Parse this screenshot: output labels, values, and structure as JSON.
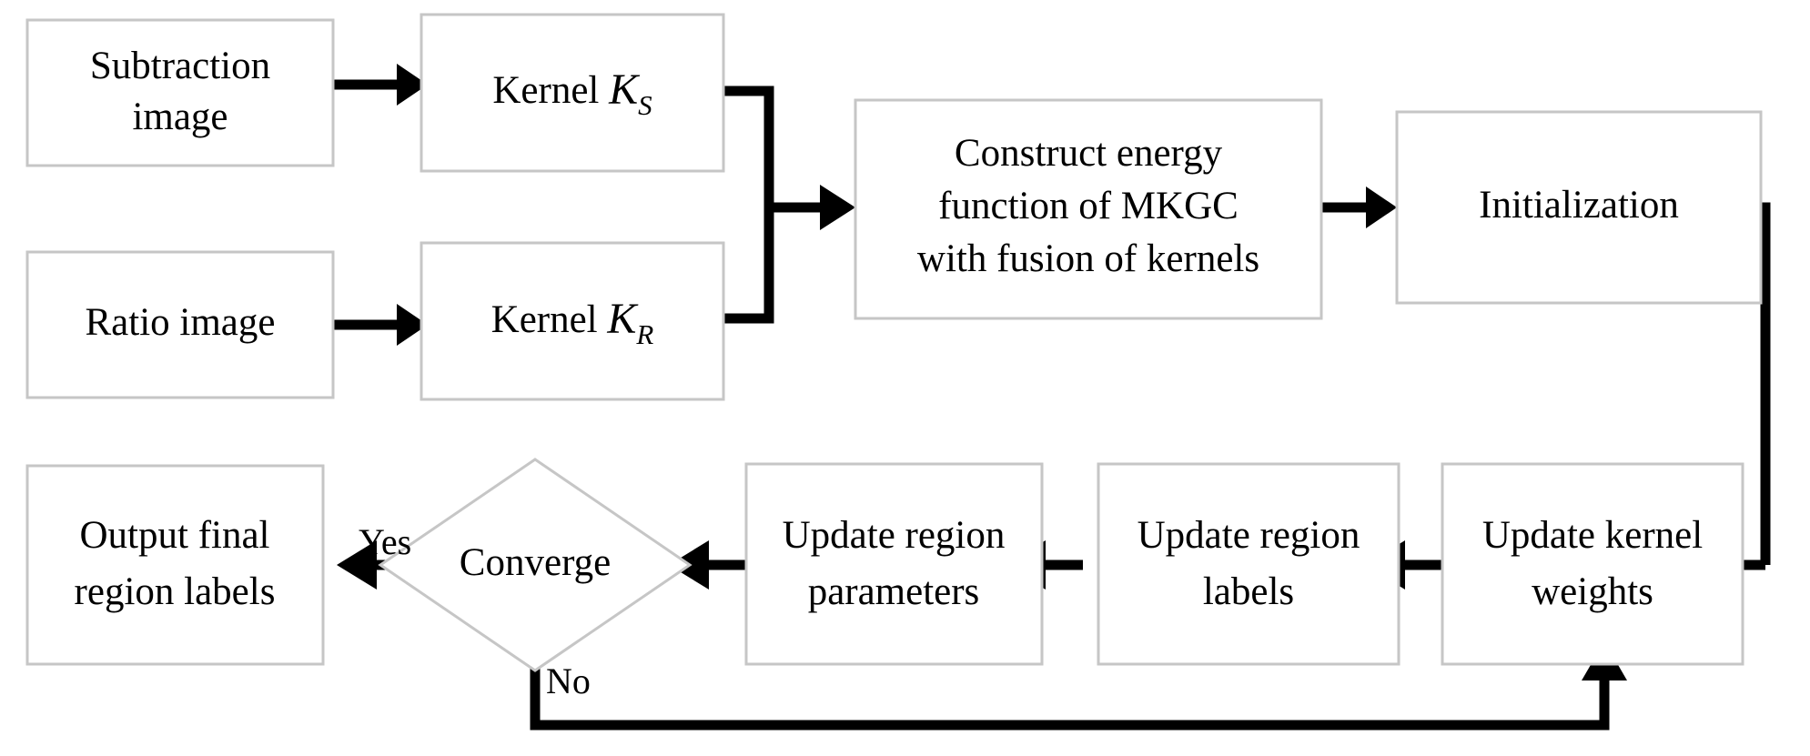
{
  "diagram": {
    "title": "MKGC segmentation flowchart",
    "colors": {
      "box_border": "#c6c6c6",
      "connector": "#000000",
      "background": "#ffffff",
      "text": "#000000"
    },
    "nodes": [
      {
        "id": "subtraction-image",
        "shape": "rectangle",
        "label_line1": "Subtraction",
        "label_line2": "image"
      },
      {
        "id": "ratio-image",
        "shape": "rectangle",
        "label_line1": "Ratio image",
        "label_line2": ""
      },
      {
        "id": "kernel-ks",
        "shape": "rectangle",
        "label_prefix": "Kernel ",
        "label_symbol": "K",
        "label_subscript": "S"
      },
      {
        "id": "kernel-kr",
        "shape": "rectangle",
        "label_prefix": "Kernel  ",
        "label_symbol": "K",
        "label_subscript": "R"
      },
      {
        "id": "construct-energy-function",
        "shape": "rectangle",
        "label_line1": "Construct energy",
        "label_line2": "function of MKGC",
        "label_line3": "with fusion of kernels"
      },
      {
        "id": "initialization",
        "shape": "rectangle",
        "label_line1": "Initialization",
        "label_line2": ""
      },
      {
        "id": "update-kernel-weights",
        "shape": "rectangle",
        "label_line1": "Update kernel",
        "label_line2": "weights"
      },
      {
        "id": "update-region-labels",
        "shape": "rectangle",
        "label_line1": "Update region",
        "label_line2": "labels"
      },
      {
        "id": "update-region-parameters",
        "shape": "rectangle",
        "label_line1": "Update region",
        "label_line2": "parameters"
      },
      {
        "id": "converge-decision",
        "shape": "diamond",
        "label_line1": "Converge",
        "label_line2": ""
      },
      {
        "id": "output-final-region-labels",
        "shape": "rectangle",
        "label_line1": "Output final",
        "label_line2": "region labels"
      }
    ],
    "edge_labels": {
      "yes": "Yes",
      "no": "No"
    },
    "edges": [
      {
        "from": "subtraction-image",
        "to": "kernel-ks",
        "label": ""
      },
      {
        "from": "ratio-image",
        "to": "kernel-kr",
        "label": ""
      },
      {
        "from": "kernel-ks",
        "to": "construct-energy-function",
        "label": ""
      },
      {
        "from": "kernel-kr",
        "to": "construct-energy-function",
        "label": ""
      },
      {
        "from": "construct-energy-function",
        "to": "initialization",
        "label": ""
      },
      {
        "from": "initialization",
        "to": "update-kernel-weights",
        "label": ""
      },
      {
        "from": "update-kernel-weights",
        "to": "update-region-labels",
        "label": ""
      },
      {
        "from": "update-region-labels",
        "to": "update-region-parameters",
        "label": ""
      },
      {
        "from": "update-region-parameters",
        "to": "converge-decision",
        "label": ""
      },
      {
        "from": "converge-decision",
        "to": "output-final-region-labels",
        "label": "Yes"
      },
      {
        "from": "converge-decision",
        "to": "update-kernel-weights",
        "label": "No"
      }
    ]
  }
}
